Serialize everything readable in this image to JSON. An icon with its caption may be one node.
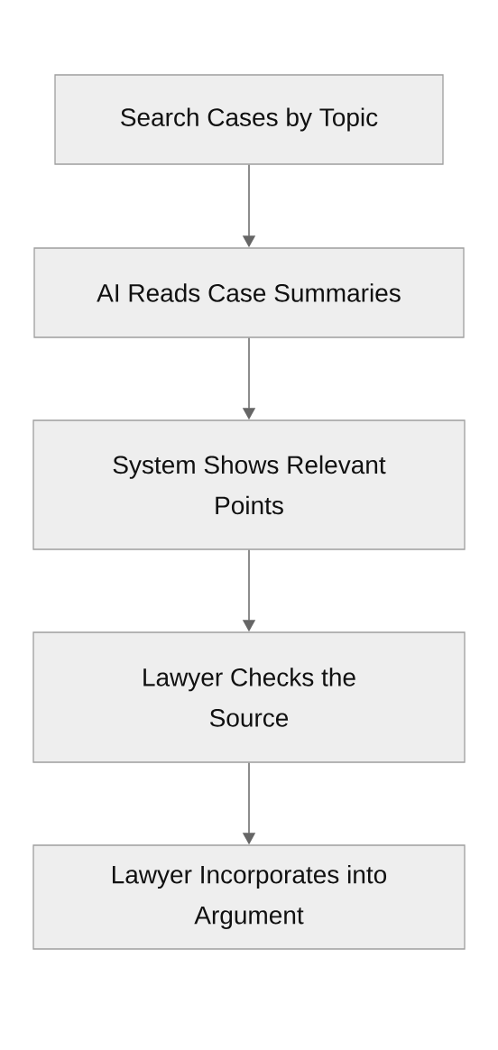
{
  "diagram": {
    "nodes": [
      {
        "text": [
          "Search Cases by Topic"
        ]
      },
      {
        "text": [
          "AI Reads Case Summaries"
        ]
      },
      {
        "text": [
          "System Shows Relevant Points"
        ]
      },
      {
        "text": [
          "Lawyer Checks the Source"
        ]
      },
      {
        "text": [
          "Lawyer Incorporates into Argument"
        ]
      }
    ],
    "edges": [
      {
        "from": 0,
        "to": 1,
        "arrow": "to"
      },
      {
        "from": 1,
        "to": 2,
        "arrow": "to"
      },
      {
        "from": 2,
        "to": 3,
        "arrow": "to"
      },
      {
        "from": 3,
        "to": 4,
        "arrow": "to"
      }
    ]
  }
}
